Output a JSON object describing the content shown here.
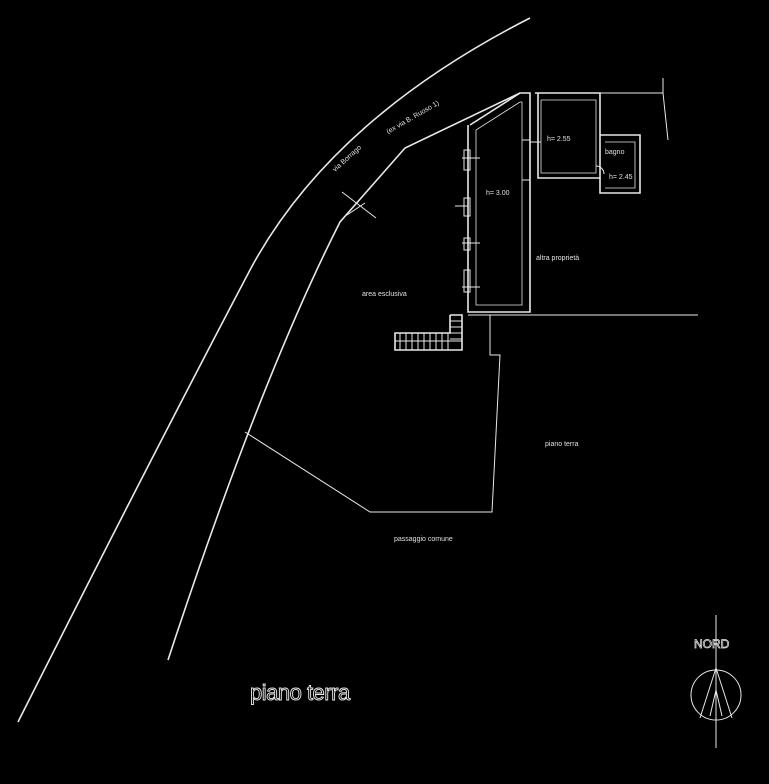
{
  "street": {
    "name": "via Borrago",
    "number": "(ex via B. Ruoso 1)"
  },
  "rooms": {
    "room_height_1": "h= 2.55",
    "room_height_2": "h= 3.00",
    "bath_label": "bagno",
    "bath_height": "h= 2.45"
  },
  "areas": {
    "other_property": "altra proprietà",
    "exclusive_area": "area esclusiva",
    "ground_floor_small": "piano terra",
    "common_passage": "passaggio comune"
  },
  "drawing": {
    "title": "piano terra",
    "north_label": "NORD"
  },
  "colors": {
    "background": "#000000",
    "lines": "#e8e8e8"
  }
}
